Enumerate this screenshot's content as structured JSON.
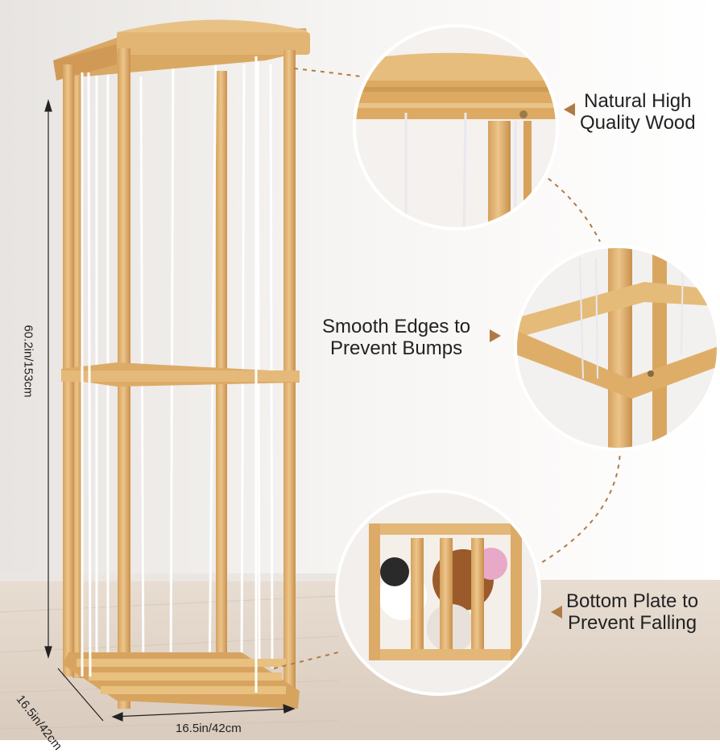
{
  "callouts": [
    {
      "line1": "Natural High",
      "line2": "Quality Wood"
    },
    {
      "line1": "Smooth Edges to",
      "line2": "Prevent Bumps"
    },
    {
      "line1": "Bottom Plate to",
      "line2": "Prevent Falling"
    }
  ],
  "dimensions": {
    "height": "60.2in/153cm",
    "depth": "16.5in/42cm",
    "width": "16.5in/42cm"
  },
  "colors": {
    "wood": "#e0b574",
    "wood_dark": "#c99552",
    "wall": "#f2efec",
    "floor": "#e6dcd2",
    "accent": "#b07a47"
  }
}
